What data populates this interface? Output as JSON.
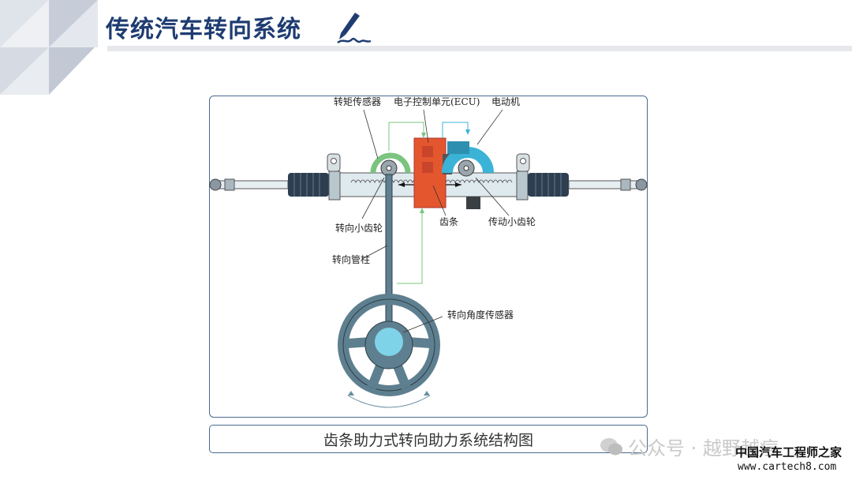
{
  "header": {
    "title": "传统汽车转向系统"
  },
  "diagram": {
    "labels": {
      "torque_sensor": "转矩传感器",
      "ecu": "电子控制单元(ECU)",
      "motor": "电动机",
      "steering_pinion": "转向小齿轮",
      "rack": "齿条",
      "drive_pinion": "传动小齿轮",
      "steering_column": "转向管柱",
      "angle_sensor": "转向角度传感器"
    },
    "colors": {
      "ecu": "#e4572e",
      "motor": "#3bb3d6",
      "torque_ring": "#7bc47f",
      "wheel": "#5e7f8f",
      "hub": "#7fd3e8",
      "boot": "#2d3e50",
      "rack": "#c8dde3"
    }
  },
  "caption": "齿条助力式转向助力系统结构图",
  "watermark": {
    "wechat": "公众号 · 越野越痘",
    "site_name": "中国汽车工程师之家",
    "site_url": "www.cartech8.com"
  }
}
